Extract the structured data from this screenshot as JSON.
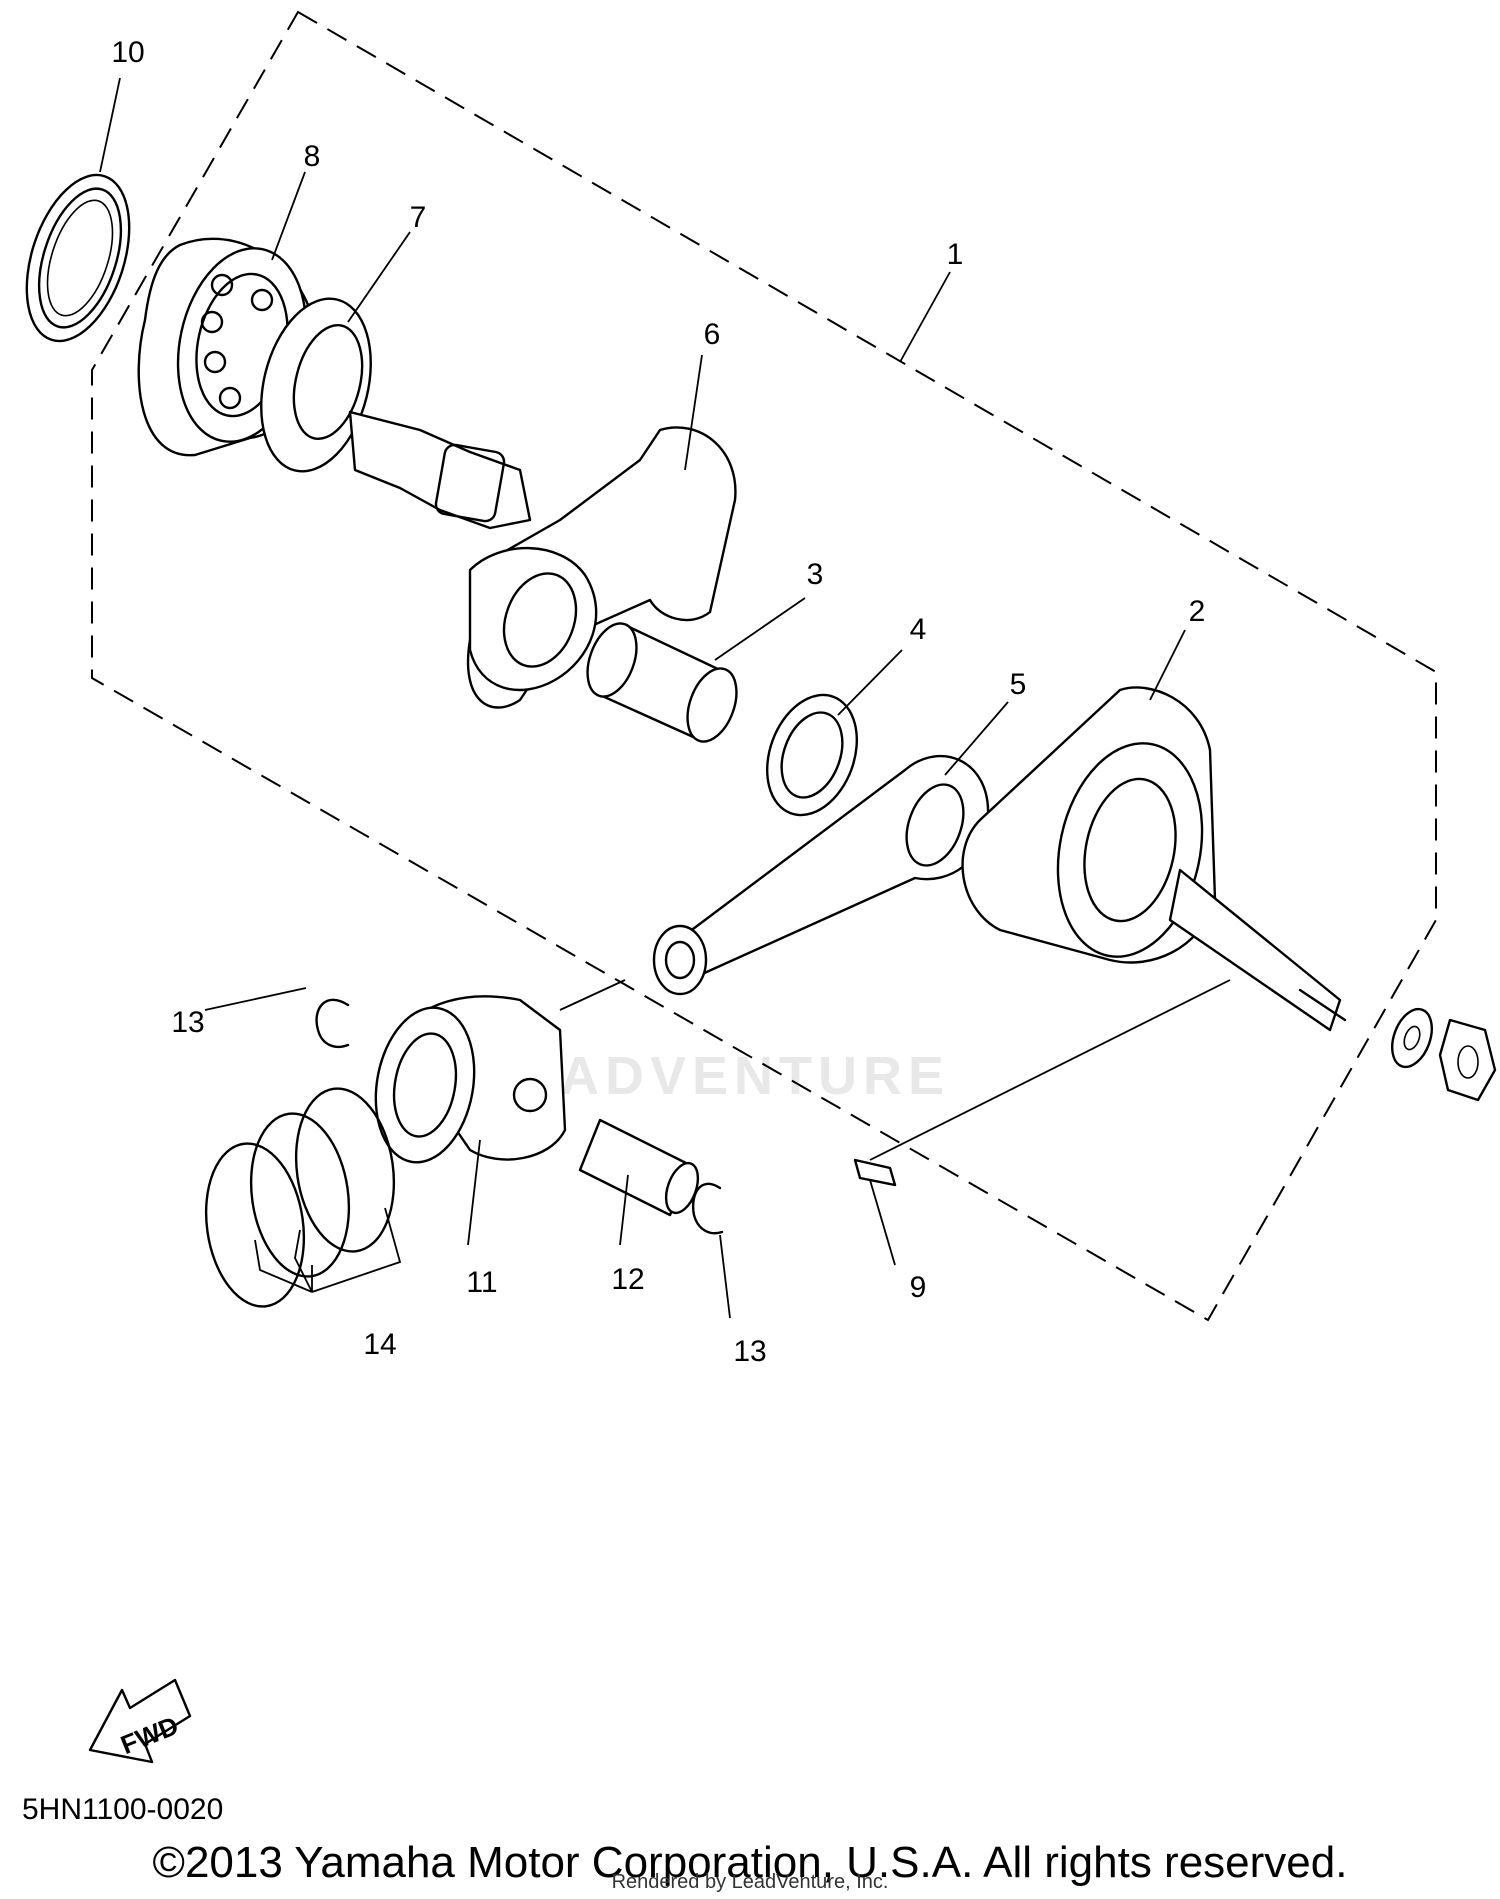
{
  "diagram": {
    "code": "5HN1100-0020",
    "copyright": "©2013 Yamaha Motor Corporation, U.S.A. All rights reserved.",
    "rendered_by": "Rendered by LeadVenture, Inc.",
    "watermark": "ADVENTURE",
    "fwd_label": "FWD"
  },
  "callouts": [
    {
      "id": "c1",
      "label": "1"
    },
    {
      "id": "c2",
      "label": "2"
    },
    {
      "id": "c3",
      "label": "3"
    },
    {
      "id": "c4",
      "label": "4"
    },
    {
      "id": "c5",
      "label": "5"
    },
    {
      "id": "c6",
      "label": "6"
    },
    {
      "id": "c7",
      "label": "7"
    },
    {
      "id": "c8",
      "label": "8"
    },
    {
      "id": "c9",
      "label": "9"
    },
    {
      "id": "c10",
      "label": "10"
    },
    {
      "id": "c11",
      "label": "11"
    },
    {
      "id": "c12",
      "label": "12"
    },
    {
      "id": "c13a",
      "label": "13"
    },
    {
      "id": "c13b",
      "label": "13"
    },
    {
      "id": "c14",
      "label": "14"
    }
  ]
}
